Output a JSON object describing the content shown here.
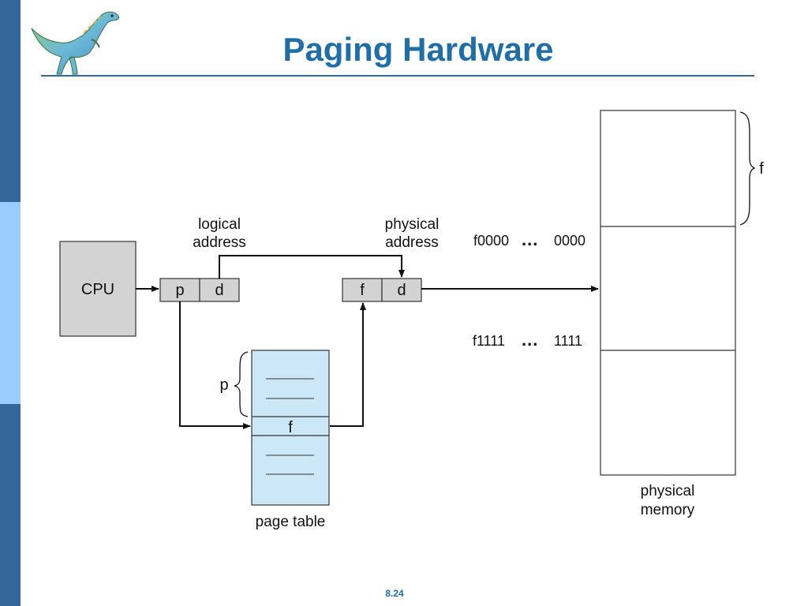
{
  "slide": {
    "title": "Paging Hardware",
    "number": "8.24"
  },
  "diagram": {
    "cpu_label": "CPU",
    "logical_address_line1": "logical",
    "logical_address_line2": "address",
    "physical_address_line1": "physical",
    "physical_address_line2": "address",
    "logical_cell_p": "p",
    "logical_cell_d": "d",
    "physical_cell_f": "f",
    "physical_cell_d": "d",
    "page_table_brace_label": "p",
    "page_table_entry": "f",
    "page_table_label": "page table",
    "frame_start_address": "f0000",
    "frame_start_dots": "...",
    "frame_start_offset": "0000",
    "frame_end_address": "f1111",
    "frame_end_dots": "...",
    "frame_end_offset": "1111",
    "frame_brace_label": "f",
    "physical_memory_line1": "physical",
    "physical_memory_line2": "memory"
  },
  "colors": {
    "accent": "#336699",
    "accent_light": "#99ccff",
    "title": "#1f6ea8",
    "cpu_fill": "#d3d3d3",
    "page_table_fill": "#cce8f8"
  },
  "icons": {
    "logo": "dinosaur-logo"
  }
}
